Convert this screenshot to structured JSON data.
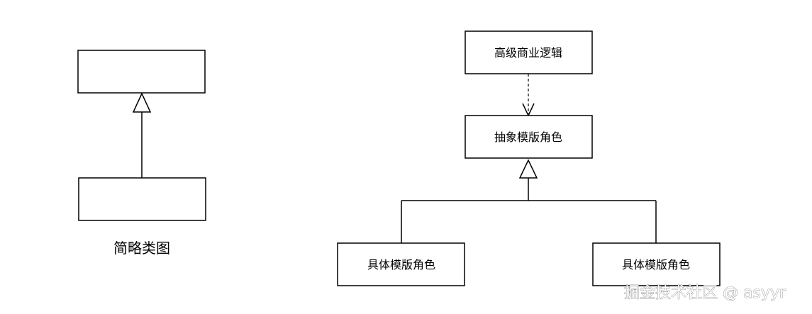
{
  "simple_diagram": {
    "caption": "简略类图"
  },
  "template_diagram": {
    "high_level_logic": "高级商业逻辑",
    "abstract_role": "抽象模版角色",
    "concrete_role_left": "具体模版角色",
    "concrete_role_right": "具体模版角色"
  },
  "watermark": "掘金技术社区 @ asyyr"
}
